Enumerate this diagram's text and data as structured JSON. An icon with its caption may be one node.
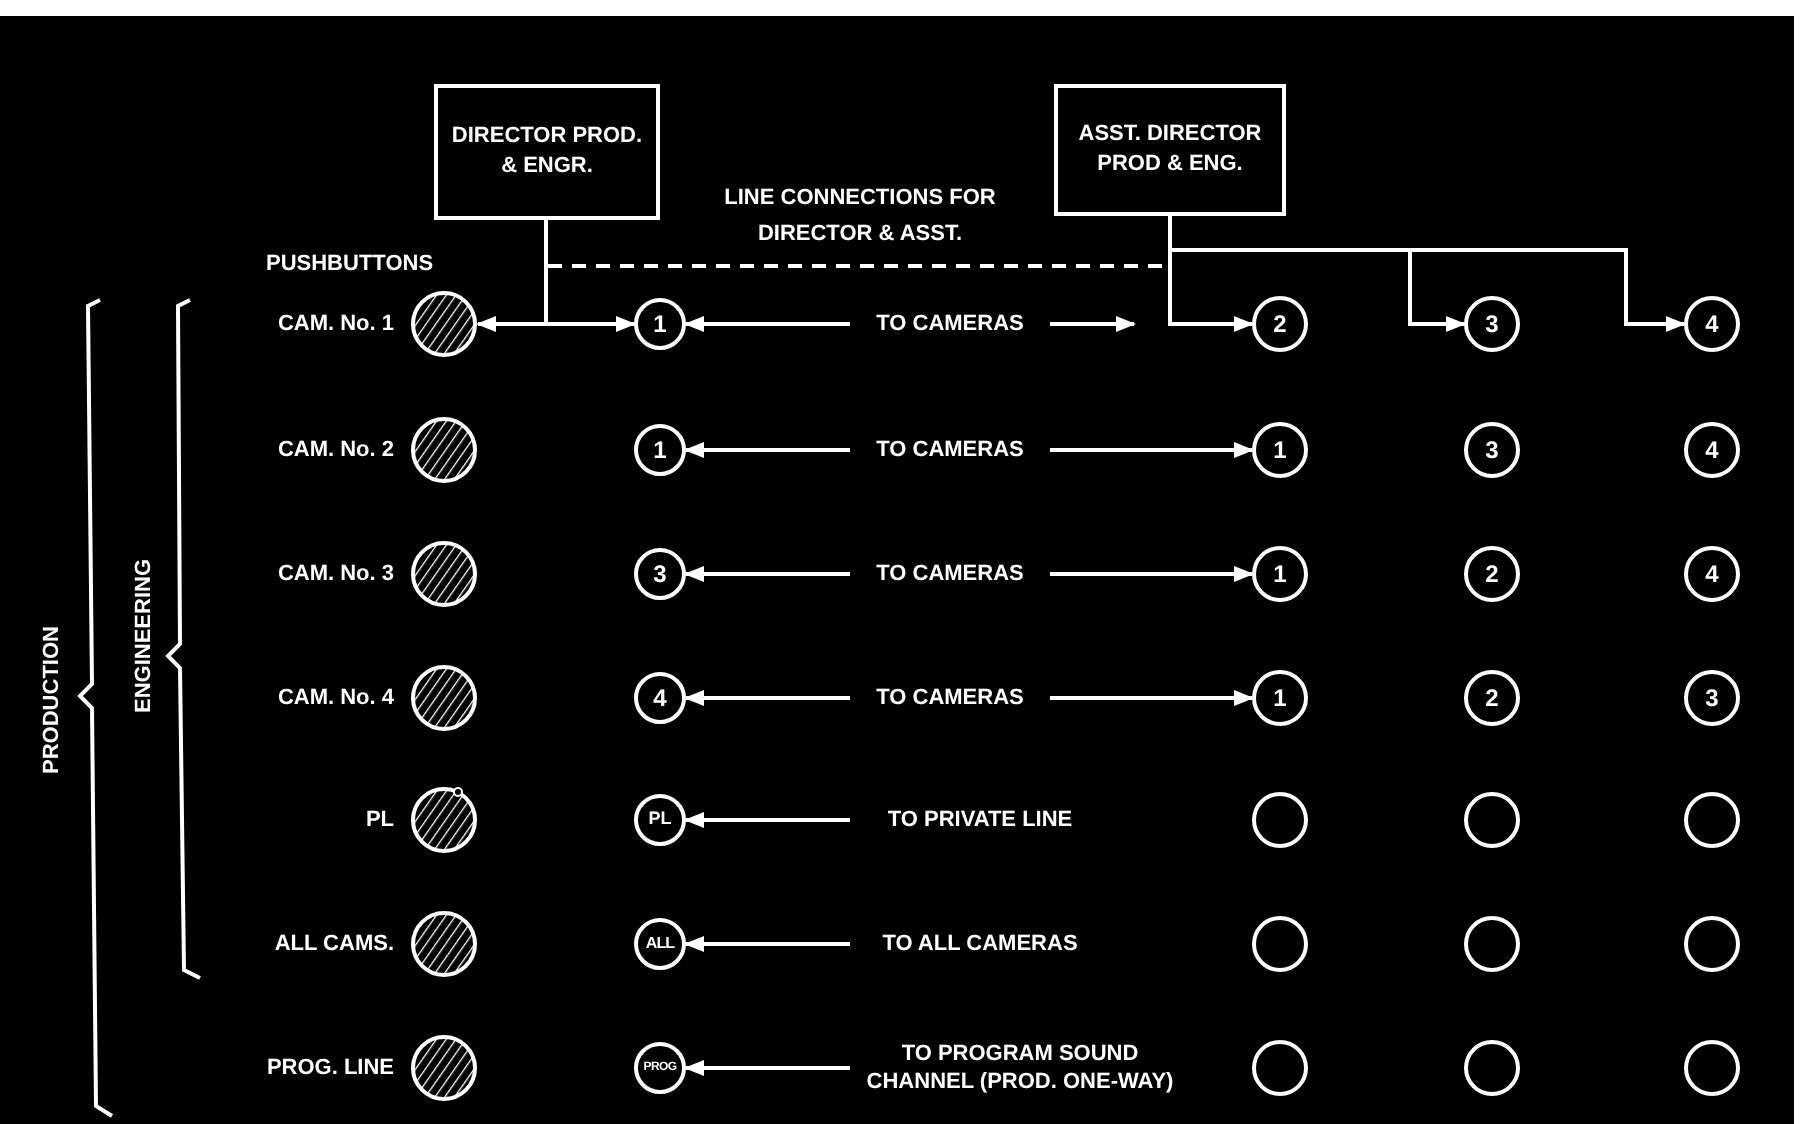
{
  "diagram": {
    "nodes": [
      {
        "text": [
          "DIRECTOR PROD. & ENGR."
        ]
      },
      {
        "text": [
          "ASST. DIRECTOR PROD & ENG."
        ]
      },
      {
        "text": [],
        "shape": "circle",
        "beside": [
          "CAM. No. 1"
        ]
      },
      {
        "text": [
          "1"
        ]
      },
      {
        "text": [
          "TO CAMERAS"
        ]
      },
      {
        "text": [
          "2"
        ]
      },
      {
        "text": [
          "3"
        ]
      },
      {
        "text": [
          "4"
        ]
      },
      {
        "text": [],
        "shape": "circle",
        "beside": [
          "CAM. No. 2"
        ]
      },
      {
        "text": [
          "1"
        ]
      },
      {
        "text": [
          "TO CAMERAS"
        ]
      },
      {
        "text": [
          "1"
        ]
      },
      {
        "text": [
          "3"
        ]
      },
      {
        "text": [
          "4"
        ]
      },
      {
        "text": [],
        "shape": "circle",
        "beside": [
          "CAM. No. 3"
        ]
      },
      {
        "text": [
          "3"
        ]
      },
      {
        "text": [
          "TO CAMERAS"
        ]
      },
      {
        "text": [
          "1"
        ]
      },
      {
        "text": [
          "2"
        ]
      },
      {
        "text": [
          "4"
        ]
      },
      {
        "text": [],
        "shape": "circle",
        "beside": [
          "CAM. No. 4"
        ]
      },
      {
        "text": [
          "4"
        ]
      },
      {
        "text": [
          "TO CAMERAS"
        ]
      },
      {
        "text": [
          "1"
        ]
      },
      {
        "text": [
          "2"
        ]
      },
      {
        "text": [
          "3"
        ]
      },
      {
        "text": [],
        "shape": "circle",
        "beside": [
          "PL"
        ]
      },
      {
        "text": [
          "PL"
        ]
      },
      {
        "text": [
          "TO PRIVATE LINE"
        ]
      },
      {
        "text": [],
        "shape": "circle"
      },
      {
        "text": [],
        "shape": "circle"
      },
      {
        "text": [],
        "shape": "circle"
      },
      {
        "text": [],
        "shape": "circle",
        "beside": [
          "ALL CAMS."
        ]
      },
      {
        "text": [
          "ALL"
        ]
      },
      {
        "text": [
          "TO ALL CAMERAS"
        ]
      },
      {
        "text": [],
        "shape": "circle"
      },
      {
        "text": [],
        "shape": "circle"
      },
      {
        "text": [],
        "shape": "circle"
      },
      {
        "text": [],
        "shape": "circle",
        "beside": [
          "PROG. LINE"
        ]
      },
      {
        "text": [
          "PROG"
        ]
      },
      {
        "text": [
          "TO PROGRAM SOUND CHANNEL (PROD. ONE-WAY)"
        ]
      },
      {
        "text": [],
        "shape": "circle"
      },
      {
        "text": [],
        "shape": "circle"
      },
      {
        "text": [],
        "shape": "circle"
      }
    ],
    "edges": [
      {
        "from": 0,
        "to": 2,
        "arrow": "to"
      },
      {
        "from": 0,
        "to": 3,
        "arrow": "to"
      },
      {
        "from": 0,
        "to": 1,
        "arrow": "none",
        "style": "dashed"
      },
      {
        "from": 1,
        "to": 5,
        "arrow": "to"
      },
      {
        "from": 1,
        "to": 6,
        "arrow": "to"
      },
      {
        "from": 1,
        "to": 7,
        "arrow": "to"
      },
      {
        "from": 4,
        "to": 3,
        "arrow": "to"
      },
      {
        "from": 4,
        "to": null,
        "arrow": "to"
      },
      {
        "from": 10,
        "to": 9,
        "arrow": "to"
      },
      {
        "from": 10,
        "to": 11,
        "arrow": "to"
      },
      {
        "from": 16,
        "to": 15,
        "arrow": "to"
      },
      {
        "from": 16,
        "to": 17,
        "arrow": "to"
      },
      {
        "from": 22,
        "to": 21,
        "arrow": "to"
      },
      {
        "from": 22,
        "to": 23,
        "arrow": "to"
      },
      {
        "from": 28,
        "to": 27,
        "arrow": "to"
      },
      {
        "from": 34,
        "to": 33,
        "arrow": "to"
      },
      {
        "from": 40,
        "to": 39,
        "arrow": "to"
      }
    ],
    "labels": [
      "PUSHBUTTONS",
      "LINE CONNECTIONS FOR DIRECTOR & ASST.",
      "PRODUCTION",
      "ENGINEERING"
    ]
  }
}
